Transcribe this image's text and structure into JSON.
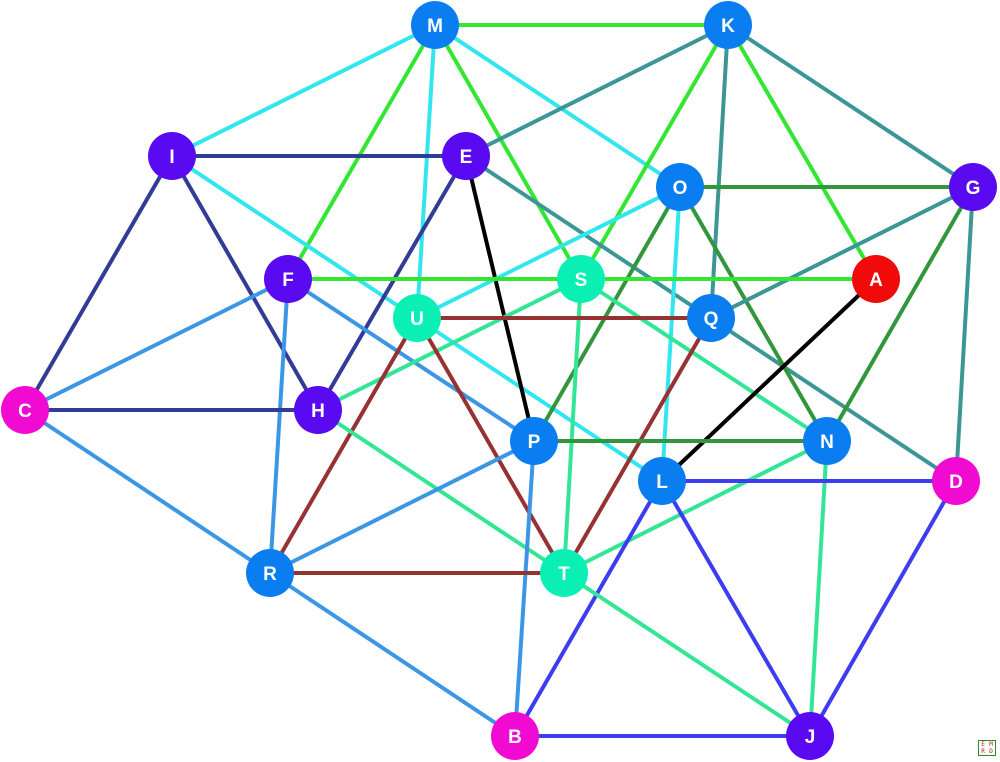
{
  "nodes": [
    {
      "id": "M",
      "label": "M",
      "color": "#0a7ef0"
    },
    {
      "id": "K",
      "label": "K",
      "color": "#0a7ef0"
    },
    {
      "id": "I",
      "label": "I",
      "color": "#5a0af0"
    },
    {
      "id": "E",
      "label": "E",
      "color": "#5a0af0"
    },
    {
      "id": "O",
      "label": "O",
      "color": "#0a7ef0"
    },
    {
      "id": "G",
      "label": "G",
      "color": "#5a0af0"
    },
    {
      "id": "F",
      "label": "F",
      "color": "#5a0af0"
    },
    {
      "id": "S",
      "label": "S",
      "color": "#0af0b4"
    },
    {
      "id": "A",
      "label": "A",
      "color": "#f00a0a"
    },
    {
      "id": "U",
      "label": "U",
      "color": "#0af0b4"
    },
    {
      "id": "Q",
      "label": "Q",
      "color": "#0a7ef0"
    },
    {
      "id": "C",
      "label": "C",
      "color": "#f00ad2"
    },
    {
      "id": "H",
      "label": "H",
      "color": "#5a0af0"
    },
    {
      "id": "P",
      "label": "P",
      "color": "#0a7ef0"
    },
    {
      "id": "N",
      "label": "N",
      "color": "#0a7ef0"
    },
    {
      "id": "L",
      "label": "L",
      "color": "#0a7ef0"
    },
    {
      "id": "D",
      "label": "D",
      "color": "#f00ad2"
    },
    {
      "id": "R",
      "label": "R",
      "color": "#0a7ef0"
    },
    {
      "id": "T",
      "label": "T",
      "color": "#0af0b4"
    },
    {
      "id": "B",
      "label": "B",
      "color": "#f00ad2"
    },
    {
      "id": "J",
      "label": "J",
      "color": "#5a0af0"
    }
  ],
  "edges": [
    {
      "from": "M",
      "to": "K",
      "color": "#32e632"
    },
    {
      "from": "M",
      "to": "I",
      "color": "#32e6f0"
    },
    {
      "from": "M",
      "to": "F",
      "color": "#32e632"
    },
    {
      "from": "M",
      "to": "U",
      "color": "#32e6f0"
    },
    {
      "from": "M",
      "to": "S",
      "color": "#32e632"
    },
    {
      "from": "M",
      "to": "O",
      "color": "#32e6f0"
    },
    {
      "from": "K",
      "to": "E",
      "color": "#3c9696"
    },
    {
      "from": "K",
      "to": "S",
      "color": "#32e632"
    },
    {
      "from": "K",
      "to": "Q",
      "color": "#3c9696"
    },
    {
      "from": "K",
      "to": "A",
      "color": "#32e632"
    },
    {
      "from": "K",
      "to": "G",
      "color": "#3c9696"
    },
    {
      "from": "I",
      "to": "E",
      "color": "#323c96"
    },
    {
      "from": "I",
      "to": "C",
      "color": "#323c96"
    },
    {
      "from": "I",
      "to": "H",
      "color": "#323c96"
    },
    {
      "from": "I",
      "to": "L",
      "color": "#32e6f0"
    },
    {
      "from": "E",
      "to": "H",
      "color": "#323c96"
    },
    {
      "from": "E",
      "to": "P",
      "color": "#000000"
    },
    {
      "from": "E",
      "to": "D",
      "color": "#3c9696"
    },
    {
      "from": "O",
      "to": "G",
      "color": "#32963c"
    },
    {
      "from": "O",
      "to": "U",
      "color": "#32e6f0"
    },
    {
      "from": "O",
      "to": "P",
      "color": "#32963c"
    },
    {
      "from": "O",
      "to": "N",
      "color": "#32963c"
    },
    {
      "from": "O",
      "to": "L",
      "color": "#32e6f0"
    },
    {
      "from": "G",
      "to": "Q",
      "color": "#3c9696"
    },
    {
      "from": "G",
      "to": "N",
      "color": "#32963c"
    },
    {
      "from": "G",
      "to": "D",
      "color": "#3c9696"
    },
    {
      "from": "F",
      "to": "A",
      "color": "#32e632"
    },
    {
      "from": "F",
      "to": "C",
      "color": "#3c96e6"
    },
    {
      "from": "F",
      "to": "P",
      "color": "#3c96e6"
    },
    {
      "from": "F",
      "to": "R",
      "color": "#3c96e6"
    },
    {
      "from": "S",
      "to": "H",
      "color": "#32e696"
    },
    {
      "from": "S",
      "to": "T",
      "color": "#32e696"
    },
    {
      "from": "S",
      "to": "N",
      "color": "#32e696"
    },
    {
      "from": "A",
      "to": "L",
      "color": "#000000"
    },
    {
      "from": "U",
      "to": "Q",
      "color": "#963232"
    },
    {
      "from": "U",
      "to": "R",
      "color": "#963232"
    },
    {
      "from": "U",
      "to": "T",
      "color": "#963232"
    },
    {
      "from": "Q",
      "to": "T",
      "color": "#963232"
    },
    {
      "from": "C",
      "to": "H",
      "color": "#323c96"
    },
    {
      "from": "C",
      "to": "R",
      "color": "#3c96e6"
    },
    {
      "from": "H",
      "to": "T",
      "color": "#32e696"
    },
    {
      "from": "P",
      "to": "N",
      "color": "#32963c"
    },
    {
      "from": "P",
      "to": "R",
      "color": "#3c96e6"
    },
    {
      "from": "P",
      "to": "B",
      "color": "#3c96e6"
    },
    {
      "from": "N",
      "to": "T",
      "color": "#32e696"
    },
    {
      "from": "N",
      "to": "J",
      "color": "#32e696"
    },
    {
      "from": "L",
      "to": "D",
      "color": "#3c3cf0"
    },
    {
      "from": "L",
      "to": "B",
      "color": "#3c3cf0"
    },
    {
      "from": "L",
      "to": "J",
      "color": "#3c3cf0"
    },
    {
      "from": "D",
      "to": "J",
      "color": "#3c3cf0"
    },
    {
      "from": "R",
      "to": "T",
      "color": "#963232"
    },
    {
      "from": "R",
      "to": "B",
      "color": "#3c96e6"
    },
    {
      "from": "T",
      "to": "J",
      "color": "#32e696"
    },
    {
      "from": "B",
      "to": "J",
      "color": "#3c3cf0"
    }
  ],
  "logo": {
    "chars": [
      "E",
      "M",
      "R",
      "D"
    ]
  }
}
